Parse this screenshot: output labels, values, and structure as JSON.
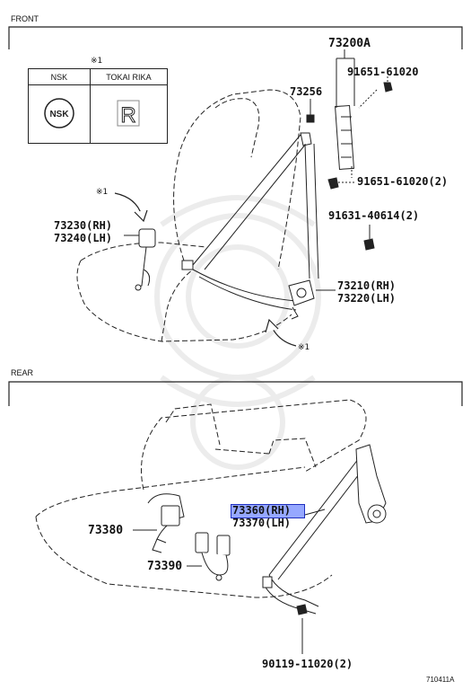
{
  "sections": {
    "front": "FRONT",
    "rear": "REAR"
  },
  "note_mark": "※1",
  "manufacturers": {
    "header_left": "NSK",
    "header_right": "TOKAI RIKA",
    "logo_left_text": "NSK",
    "logo_right_text": "R"
  },
  "callouts": {
    "assy": "73200A",
    "bolt_top": "91651-61020",
    "clip": "73256",
    "bolt_mid": "91651-61020(2)",
    "nut": "91631-40614(2)",
    "buckle_front_rh": "73230(RH)",
    "buckle_front_lh": "73240(LH)",
    "retractor_front_rh": "73210(RH)",
    "retractor_front_lh": "73220(LH)",
    "rear_belt_rh": "73360(RH)",
    "rear_belt_lh": "73370(LH)",
    "rear_buckle_a": "73380",
    "rear_buckle_b": "73390",
    "rear_bolt": "90119-11020(2)"
  },
  "footer": {
    "diagram_code": "710411A"
  },
  "colors": {
    "line": "#222222",
    "highlight": "#3a55ff",
    "watermark": "#e6e6e6"
  }
}
